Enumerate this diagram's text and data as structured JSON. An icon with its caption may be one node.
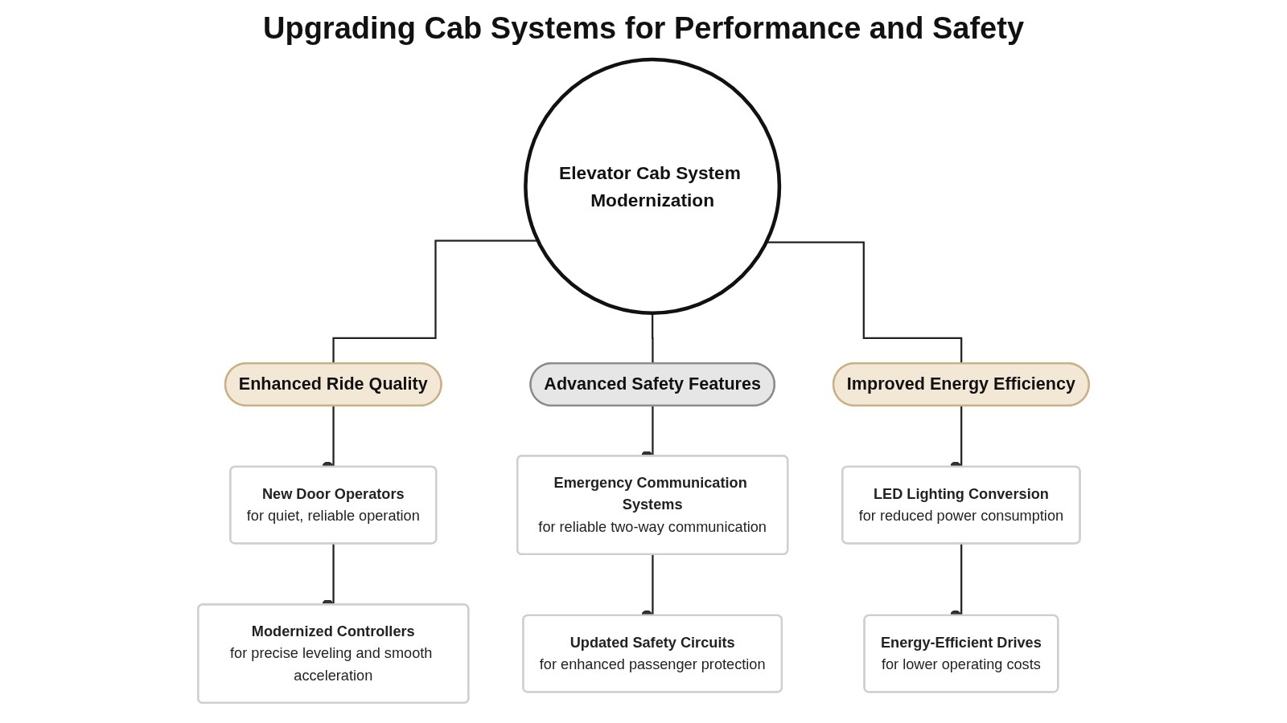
{
  "diagram": {
    "title": "Upgrading Cab Systems for Performance and Safety",
    "nodes": [
      {
        "text": [
          "Elevator Cab System Modernization"
        ]
      },
      {
        "text": [
          "Enhanced Ride Quality"
        ]
      },
      {
        "text": [
          "New Door Operators",
          "for quiet, reliable operation"
        ]
      },
      {
        "text": [
          "Modernized Controllers",
          "for precise leveling and smooth acceleration"
        ]
      },
      {
        "text": [
          "Advanced Safety Features"
        ]
      },
      {
        "text": [
          "Emergency Communication Systems",
          "for reliable two-way communication"
        ]
      },
      {
        "text": [
          "Updated Safety Circuits",
          "for enhanced passenger protection"
        ]
      },
      {
        "text": [
          "Improved Energy Efficiency"
        ]
      },
      {
        "text": [
          "LED Lighting Conversion",
          "for reduced power consumption"
        ]
      },
      {
        "text": [
          "Energy-Efficient Drives",
          "for lower operating costs"
        ]
      }
    ],
    "edges": [
      {
        "from": 0,
        "to": 1,
        "arrow": "none"
      },
      {
        "from": 0,
        "to": 4,
        "arrow": "none"
      },
      {
        "from": 0,
        "to": 7,
        "arrow": "none"
      },
      {
        "from": 1,
        "to": 2,
        "arrow": "other"
      },
      {
        "from": 2,
        "to": 3,
        "arrow": "other"
      },
      {
        "from": 4,
        "to": 5,
        "arrow": "other"
      },
      {
        "from": 5,
        "to": 6,
        "arrow": "other"
      },
      {
        "from": 7,
        "to": 8,
        "arrow": "other"
      },
      {
        "from": 8,
        "to": 9,
        "arrow": "other"
      }
    ]
  }
}
